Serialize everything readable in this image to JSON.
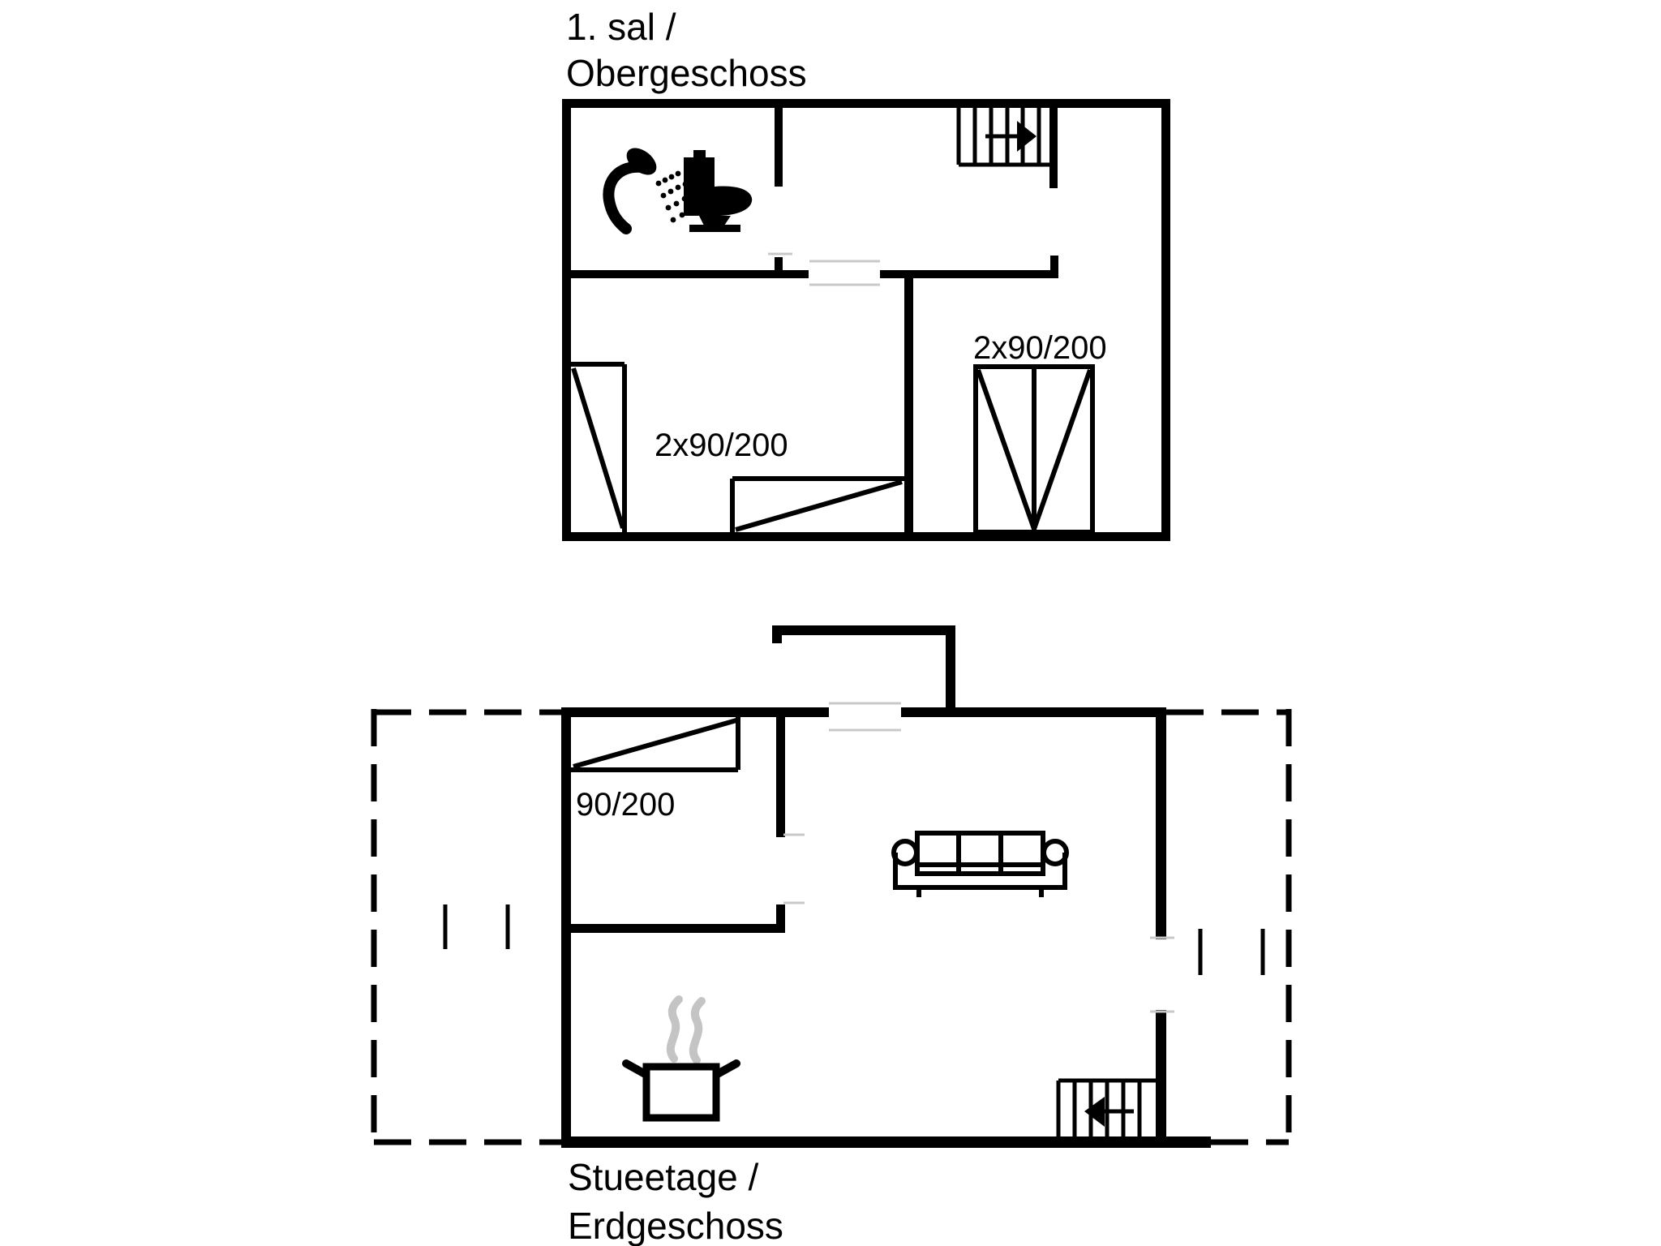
{
  "page": {
    "background": "#ffffff",
    "wall_color": "#000000",
    "door_marker_color": "#c8c8c8",
    "steam_color": "#c4c4c4"
  },
  "upper_floor": {
    "title_line1": "1. sal /",
    "title_line2": "Obergeschoss",
    "bathroom": {
      "icons": [
        "shower-icon",
        "toilet-icon"
      ]
    },
    "stairs": {
      "icon": "stairs-icon",
      "arrow_direction": "right"
    },
    "bedroom_left": {
      "bed_label": "2x90/200",
      "beds": [
        "single-bed-icon",
        "single-bed-icon"
      ]
    },
    "bedroom_right": {
      "bed_label": "2x90/200",
      "beds": [
        "double-bed-icon"
      ]
    }
  },
  "ground_floor": {
    "title_line1": "Stueetage /",
    "title_line2": "Erdgeschoss",
    "bedroom": {
      "bed_label": "90/200",
      "beds": [
        "single-bed-icon"
      ]
    },
    "living_room": {
      "icons": [
        "sofa-icon"
      ]
    },
    "kitchen": {
      "icons": [
        "cooking-pot-icon",
        "steam-icon"
      ]
    },
    "stairs": {
      "icon": "stairs-icon",
      "arrow_direction": "left"
    },
    "outline": {
      "style": "dashed-terrace-outline"
    }
  }
}
